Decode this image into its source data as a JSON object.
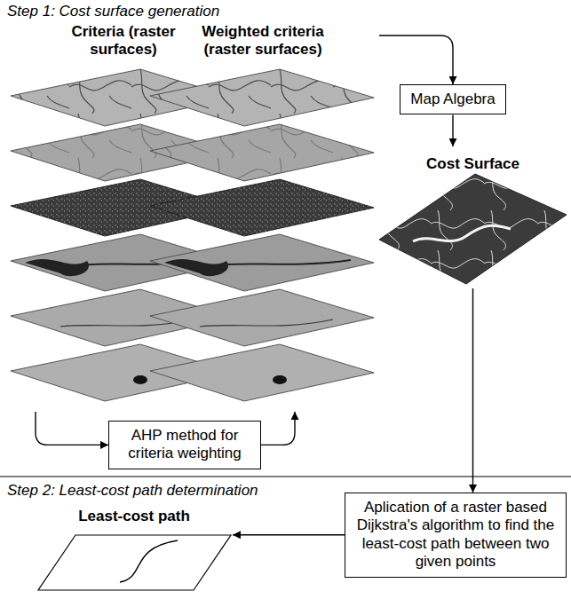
{
  "diagram": {
    "nodes": [
      {
        "text": [
          "Criteria (raster surfaces)"
        ]
      },
      {
        "text": [
          "Weighted criteria (raster surfaces)"
        ]
      },
      {
        "text": [
          "Map Algebra"
        ]
      },
      {
        "text": [
          "Cost Surface"
        ]
      },
      {
        "text": [
          "AHP method for criteria weighting"
        ]
      },
      {
        "text": [
          "Aplication of a raster based Dijkstra's algorithm to find the least-cost path between two given points"
        ]
      },
      {
        "text": [
          "Least-cost path"
        ]
      }
    ],
    "edges": [
      {
        "from": 0,
        "to": 4,
        "arrow": "to"
      },
      {
        "from": 4,
        "to": 1,
        "arrow": "to"
      },
      {
        "from": 1,
        "to": 2,
        "arrow": "to"
      },
      {
        "from": 2,
        "to": 3,
        "arrow": "to"
      },
      {
        "from": 3,
        "to": 5,
        "arrow": "to"
      },
      {
        "from": 5,
        "to": 6,
        "arrow": "to"
      }
    ],
    "labels": [
      "Step 1: Cost surface generation",
      "Step 2: Least-cost path determination"
    ]
  }
}
